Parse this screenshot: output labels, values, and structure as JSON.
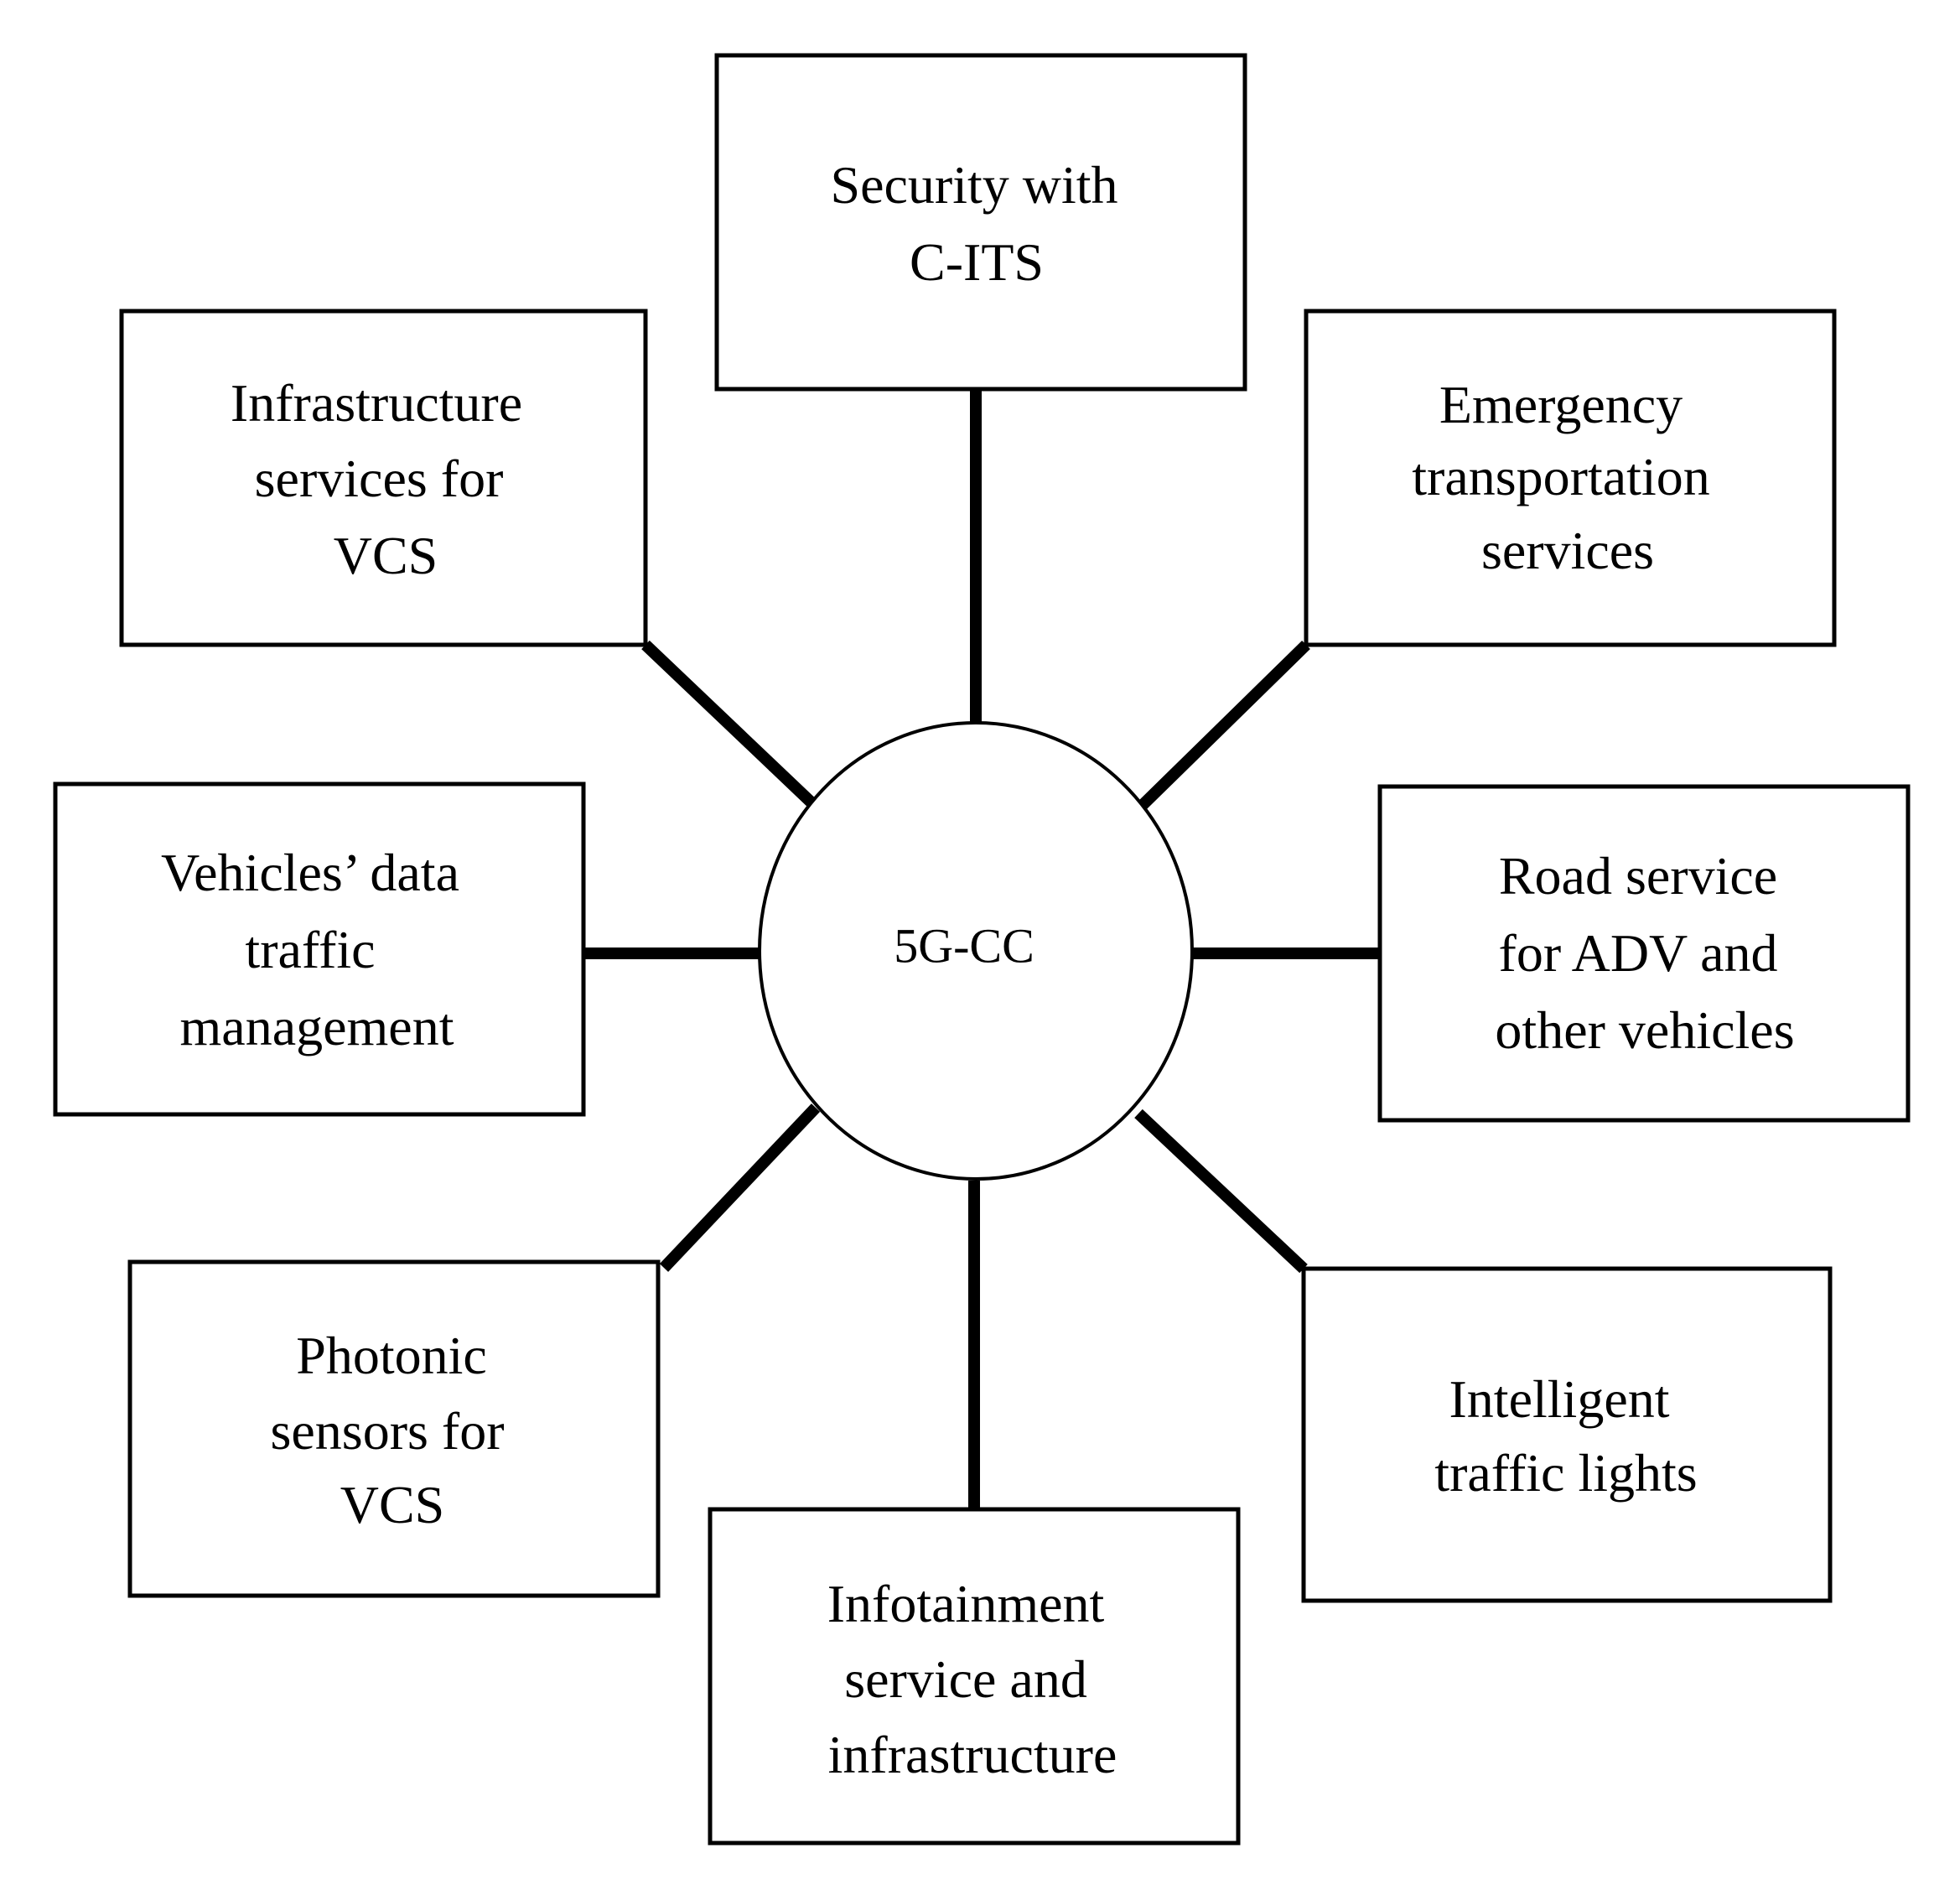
{
  "hub": {
    "label": "5G-CC"
  },
  "nodes": [
    {
      "id": "security",
      "lines": [
        "Security with",
        "C-ITS"
      ]
    },
    {
      "id": "emergency",
      "lines": [
        "Emergency",
        "transportation",
        "services"
      ]
    },
    {
      "id": "road-service",
      "lines": [
        "Road service",
        "for ADV and",
        "other vehicles"
      ]
    },
    {
      "id": "traffic-lights",
      "lines": [
        "Intelligent",
        "traffic lights"
      ]
    },
    {
      "id": "infotainment",
      "lines": [
        "Infotainment",
        "service and",
        "infrastructure"
      ]
    },
    {
      "id": "photonic",
      "lines": [
        "Photonic",
        "sensors for",
        "VCS"
      ]
    },
    {
      "id": "vehicles-data",
      "lines": [
        "Vehicles’ data",
        "traffic",
        "management"
      ]
    },
    {
      "id": "infrastructure",
      "lines": [
        "Infrastructure",
        "services for",
        "VCS"
      ]
    }
  ]
}
